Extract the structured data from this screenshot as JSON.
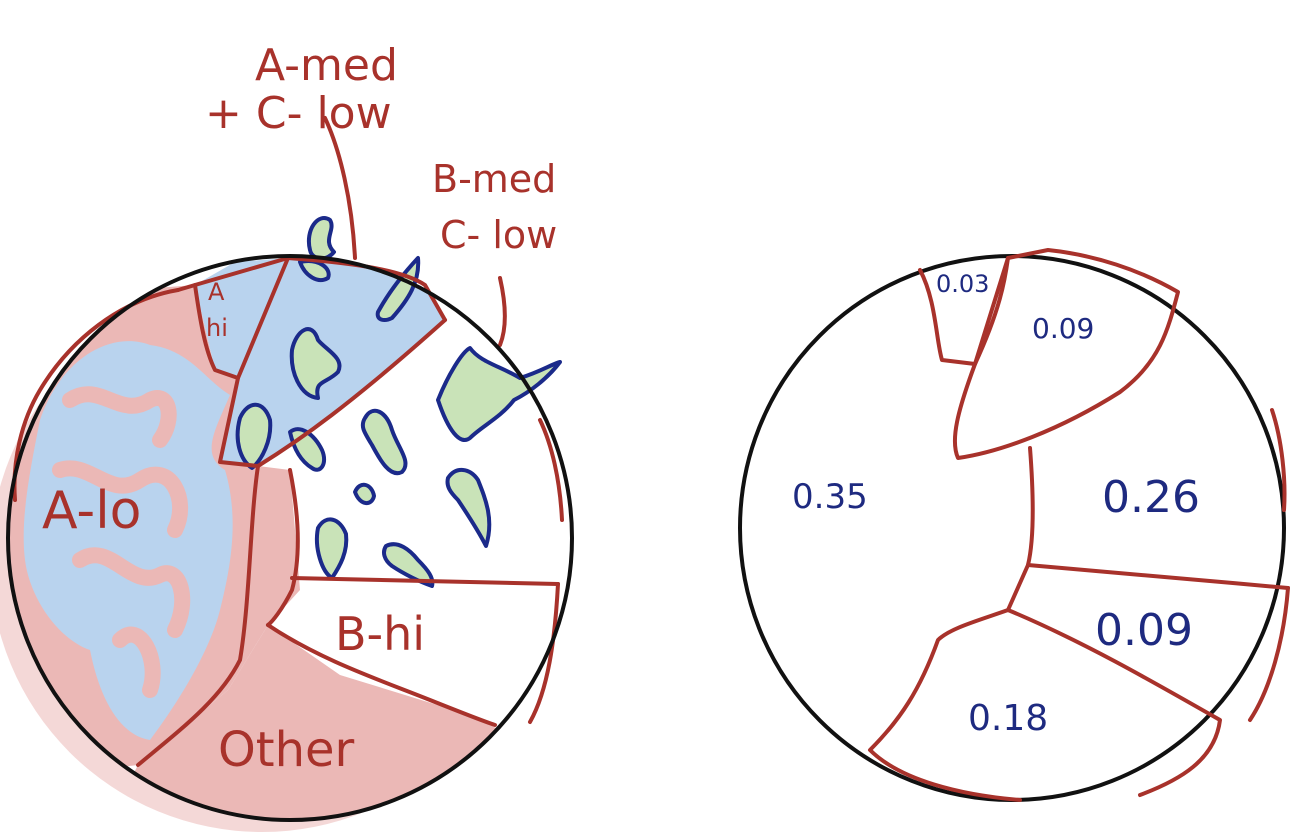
{
  "left_diagram": {
    "labels": {
      "a_med_c_low_line1": "A-med",
      "a_med_c_low_line2": "+ C- low",
      "b_med_c_low_line1": "B-med",
      "b_med_c_low_line2": "C- low",
      "a_hi_line1": "A",
      "a_hi_line2": "hi",
      "a_lo": "A-lo",
      "b_hi": "B-hi",
      "other": "Other"
    }
  },
  "right_diagram": {
    "values": {
      "top_small": "0.03",
      "top_wedge": "0.09",
      "left_big": "0.35",
      "right_upper": "0.26",
      "right_lower": "0.09",
      "bottom": "0.18"
    }
  },
  "colors": {
    "outline": "#111111",
    "region_line": "#a8322b",
    "label_text": "#a8322b",
    "number_text": "#1e2a80",
    "pink_fill": "#ebb8b6",
    "blue_fill": "#b9d3ee",
    "green_fill": "#c9e3b8",
    "blob_stroke": "#1b2a8a"
  }
}
